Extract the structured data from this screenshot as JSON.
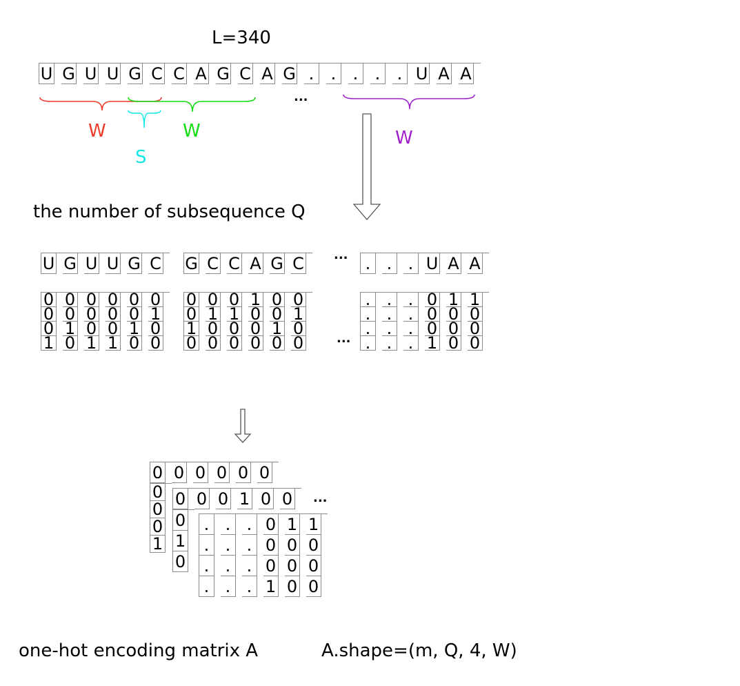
{
  "top": {
    "length_label": "L=340",
    "sequence": [
      "U",
      "G",
      "U",
      "U",
      "G",
      "C",
      "C",
      "A",
      "G",
      "C",
      "A",
      "G",
      ".",
      ".",
      ".",
      ".",
      ".",
      "U",
      "A",
      "A"
    ],
    "ellipsis": "...",
    "windows": [
      {
        "label": "W",
        "color": "#ee3b2b"
      },
      {
        "label": "S",
        "color": "#15e6e6"
      },
      {
        "label": "W",
        "color": "#11dd11"
      },
      {
        "label": "W",
        "color": "#a020c8"
      }
    ]
  },
  "subsequence_label": "the number of subsequence Q",
  "subsequences": [
    {
      "bases": [
        "U",
        "G",
        "U",
        "U",
        "G",
        "C"
      ],
      "matrix": [
        [
          "0",
          "0",
          "0",
          "0",
          "0",
          "0"
        ],
        [
          "0",
          "0",
          "0",
          "0",
          "0",
          "1"
        ],
        [
          "0",
          "1",
          "0",
          "0",
          "1",
          "0"
        ],
        [
          "1",
          "0",
          "1",
          "1",
          "0",
          "0"
        ]
      ]
    },
    {
      "bases": [
        "G",
        "C",
        "C",
        "A",
        "G",
        "C"
      ],
      "matrix": [
        [
          "0",
          "0",
          "0",
          "1",
          "0",
          "0"
        ],
        [
          "0",
          "1",
          "1",
          "0",
          "0",
          "1"
        ],
        [
          "1",
          "0",
          "0",
          "0",
          "1",
          "0"
        ],
        [
          "0",
          "0",
          "0",
          "0",
          "0",
          "0"
        ]
      ]
    },
    {
      "bases": [
        ".",
        ".",
        ".",
        "U",
        "A",
        "A"
      ],
      "matrix": [
        [
          ".",
          ".",
          ".",
          "0",
          "1",
          "1"
        ],
        [
          ".",
          ".",
          ".",
          "0",
          "0",
          "0"
        ],
        [
          ".",
          ".",
          ".",
          "0",
          "0",
          "0"
        ],
        [
          ".",
          ".",
          ".",
          "1",
          "0",
          "0"
        ]
      ]
    }
  ],
  "ellipsis_mid": "...",
  "ellipsis_matrix": "...",
  "stack": {
    "back_top_row": [
      "0",
      "0",
      "0",
      "0",
      "0",
      "0"
    ],
    "back_col": [
      "0",
      "0",
      "0",
      "1"
    ],
    "mid_top_row": [
      "0",
      "0",
      "0",
      "1",
      "0",
      "0"
    ],
    "mid_col": [
      "0",
      "1",
      "0"
    ],
    "front": [
      [
        ".",
        ".",
        ".",
        "0",
        "1",
        "1"
      ],
      [
        ".",
        ".",
        ".",
        "0",
        "0",
        "0"
      ],
      [
        ".",
        ".",
        ".",
        "0",
        "0",
        "0"
      ],
      [
        ".",
        ".",
        ".",
        "1",
        "0",
        "0"
      ]
    ],
    "ellipsis": "..."
  },
  "caption": {
    "left": "one-hot encoding matrix A",
    "right": "A.shape=(m, Q, 4, W)"
  }
}
